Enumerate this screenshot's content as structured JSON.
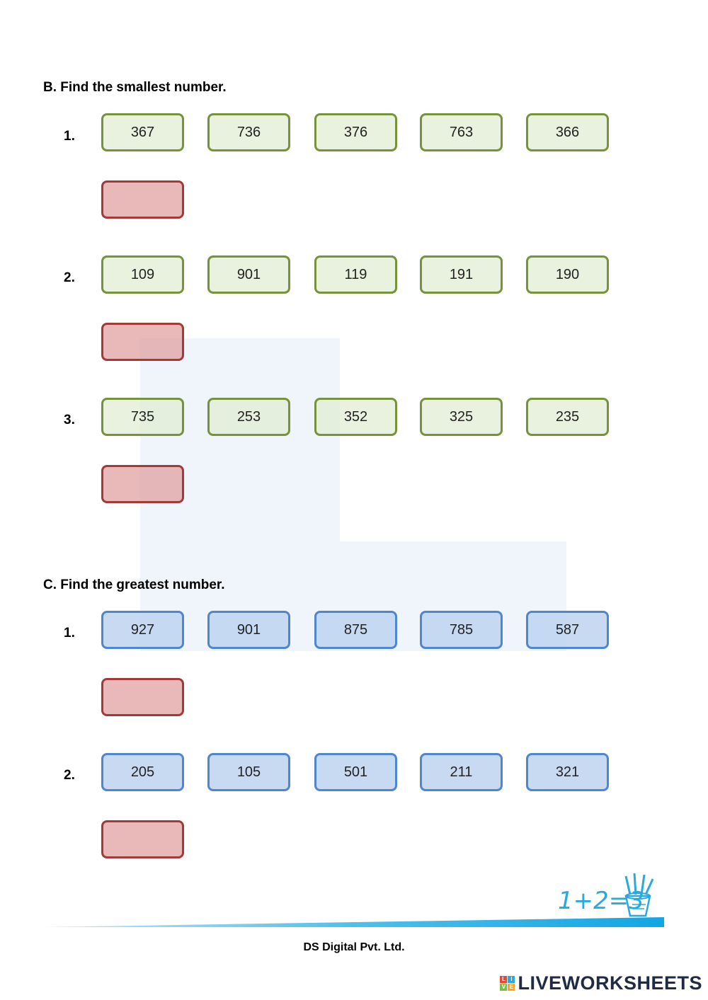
{
  "section_b": {
    "heading": "B.  Find the smallest number.",
    "questions": [
      {
        "number": "1.",
        "options": [
          "367",
          "736",
          "376",
          "763",
          "366"
        ],
        "answer": ""
      },
      {
        "number": "2.",
        "options": [
          "109",
          "901",
          "119",
          "191",
          "190"
        ],
        "answer": ""
      },
      {
        "number": "3.",
        "options": [
          "735",
          "253",
          "352",
          "325",
          "235"
        ],
        "answer": ""
      }
    ]
  },
  "section_c": {
    "heading": "C.  Find the greatest number.",
    "questions": [
      {
        "number": "1.",
        "options": [
          "927",
          "901",
          "875",
          "785",
          "587"
        ],
        "answer": ""
      },
      {
        "number": "2.",
        "options": [
          "205",
          "105",
          "501",
          "211",
          "321"
        ],
        "answer": ""
      }
    ]
  },
  "footer": {
    "company": "DS Digital Pvt. Ltd.",
    "logo_equation": "1+2=3",
    "brand": "LIVEWORKSHEETS",
    "brand_badge": [
      "L",
      "I",
      "V",
      "E"
    ]
  },
  "colors": {
    "smallest_box_border": "#76933c",
    "greatest_box_border": "#4f86d0",
    "answer_box_border": "#a33a3a",
    "accent_blue": "#2aa8e0"
  },
  "icons": [
    "pencil-cup-icon"
  ]
}
